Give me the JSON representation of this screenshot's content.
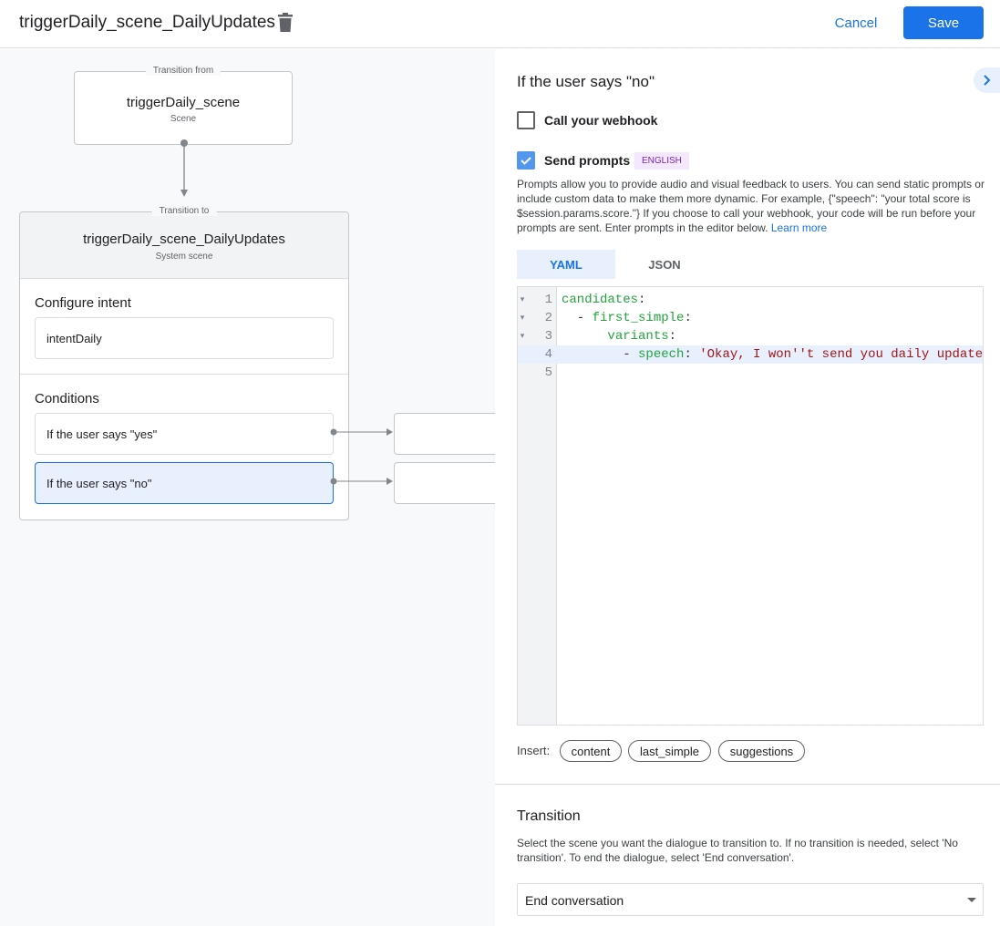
{
  "header": {
    "title": "triggerDaily_scene_DailyUpdates",
    "cancel": "Cancel",
    "save": "Save"
  },
  "diagram": {
    "from": {
      "legend": "Transition from",
      "name": "triggerDaily_scene",
      "type": "Scene"
    },
    "to": {
      "legend": "Transition to",
      "name": "triggerDaily_scene_DailyUpdates",
      "type": "System scene"
    },
    "intent_heading": "Configure intent",
    "intent": "intentDaily",
    "conditions_heading": "Conditions",
    "conditions": [
      "If the user says \"yes\"",
      "If the user says \"no\""
    ]
  },
  "panel": {
    "heading": "If the user says \"no\"",
    "webhook_label": "Call your webhook",
    "webhook_checked": false,
    "prompts_label": "Send prompts",
    "prompts_checked": true,
    "language_badge": "ENGLISH",
    "description": "Prompts allow you to provide audio and visual feedback to users. You can send static prompts or include custom data to make them more dynamic. For example, {\"speech\": \"your total score is $session.params.score.\"} If you choose to call your webhook, your code will be run before your prompts are sent. Enter prompts in the editor below. ",
    "learn_more": "Learn more",
    "tabs": [
      {
        "label": "YAML",
        "active": true
      },
      {
        "label": "JSON",
        "active": false
      }
    ],
    "code_lines": [
      [
        {
          "t": "candidates",
          "c": "key"
        },
        {
          "t": ":",
          "c": "p"
        }
      ],
      [
        {
          "t": "  - ",
          "c": "p"
        },
        {
          "t": "first_simple",
          "c": "key"
        },
        {
          "t": ":",
          "c": "p"
        }
      ],
      [
        {
          "t": "      ",
          "c": "p"
        },
        {
          "t": "variants",
          "c": "key"
        },
        {
          "t": ":",
          "c": "p"
        }
      ],
      [
        {
          "t": "        - ",
          "c": "p"
        },
        {
          "t": "speech",
          "c": "key"
        },
        {
          "t": ": ",
          "c": "p"
        },
        {
          "t": "'Okay, I won''t send you daily update",
          "c": "str"
        }
      ],
      []
    ],
    "insert_label": "Insert:",
    "insert_chips": [
      "content",
      "last_simple",
      "suggestions"
    ],
    "transition_heading": "Transition",
    "transition_desc": "Select the scene you want the dialogue to transition to. If no transition is needed, select 'No transition'. To end the dialogue, select 'End conversation'.",
    "transition_value": "End conversation"
  },
  "colors": {
    "accent": "#1a73e8",
    "key": "#22a33a",
    "string": "#a31515",
    "selected": "#e8f0fe"
  }
}
